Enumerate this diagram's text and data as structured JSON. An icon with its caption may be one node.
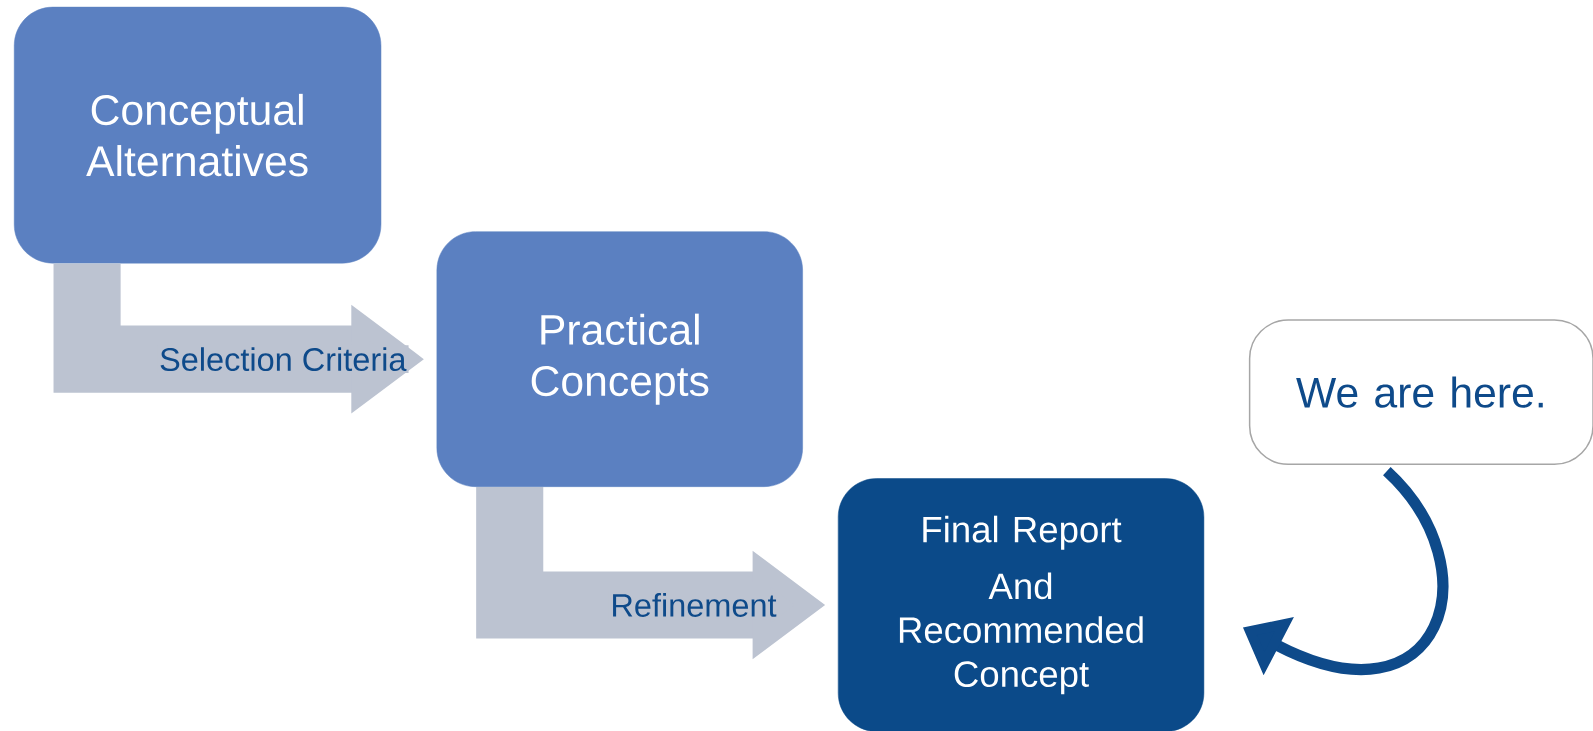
{
  "diagram": {
    "nodes": [
      {
        "text": [
          "Conceptual Alternatives"
        ]
      },
      {
        "text": [
          "Practical Concepts"
        ]
      },
      {
        "text": [
          "Final Report",
          "And Recommended Concept"
        ]
      },
      {
        "text": [
          "We are here."
        ]
      }
    ],
    "edges": [
      {
        "from": 0,
        "to": 1,
        "arrow": "to",
        "label": "Selection Criteria"
      },
      {
        "from": 1,
        "to": 2,
        "arrow": "to",
        "label": "Refinement"
      },
      {
        "from": 3,
        "to": 2,
        "arrow": "to",
        "color": "#0e4a8a"
      }
    ]
  }
}
